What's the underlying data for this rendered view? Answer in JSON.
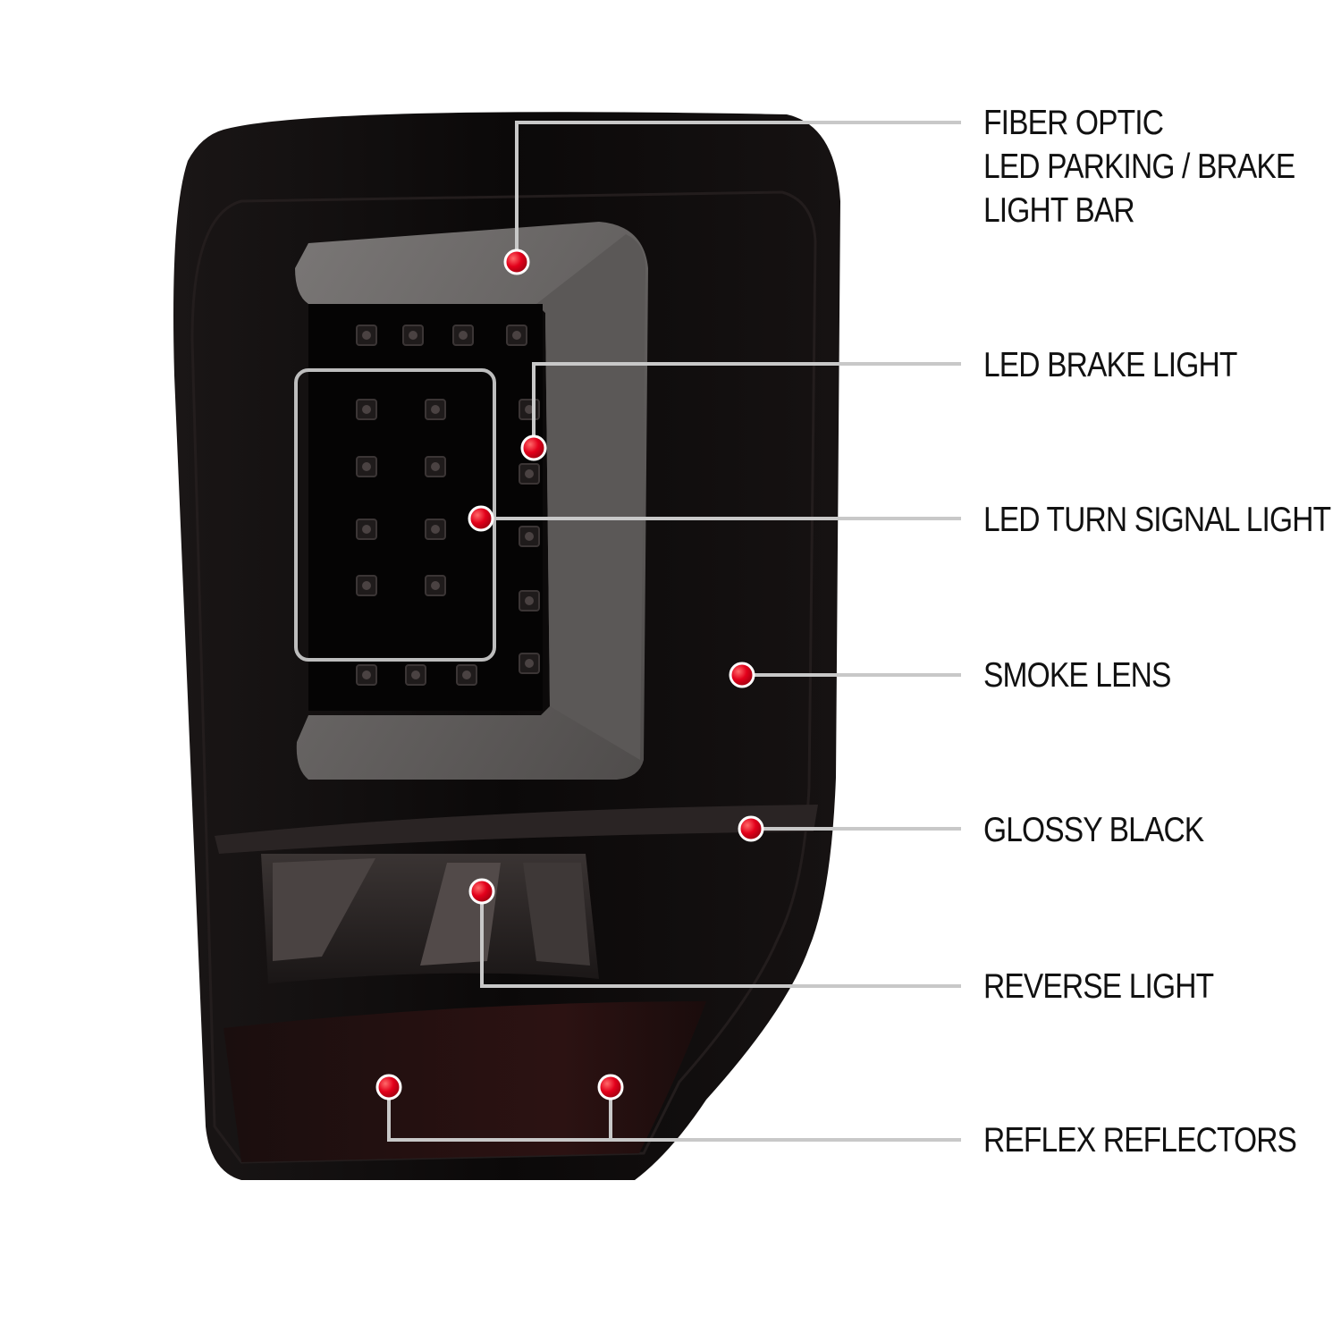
{
  "callouts": [
    {
      "id": "fiber-optic",
      "lines": [
        "FIBER OPTIC",
        "LED PARKING / BRAKE",
        "LIGHT BAR"
      ]
    },
    {
      "id": "led-brake",
      "lines": [
        "LED BRAKE LIGHT"
      ]
    },
    {
      "id": "led-turn",
      "lines": [
        "LED TURN SIGNAL LIGHT"
      ]
    },
    {
      "id": "smoke-lens",
      "lines": [
        "SMOKE LENS"
      ]
    },
    {
      "id": "glossy-black",
      "lines": [
        "GLOSSY BLACK"
      ]
    },
    {
      "id": "reverse",
      "lines": [
        "REVERSE LIGHT"
      ]
    },
    {
      "id": "reflex",
      "lines": [
        "REFLEX REFLECTORS"
      ]
    }
  ],
  "colors": {
    "leader_line": "#c8c8c8",
    "marker_red": "#e3001b",
    "housing": "#0e0c0c",
    "light_bar": "#6e6b6a"
  }
}
